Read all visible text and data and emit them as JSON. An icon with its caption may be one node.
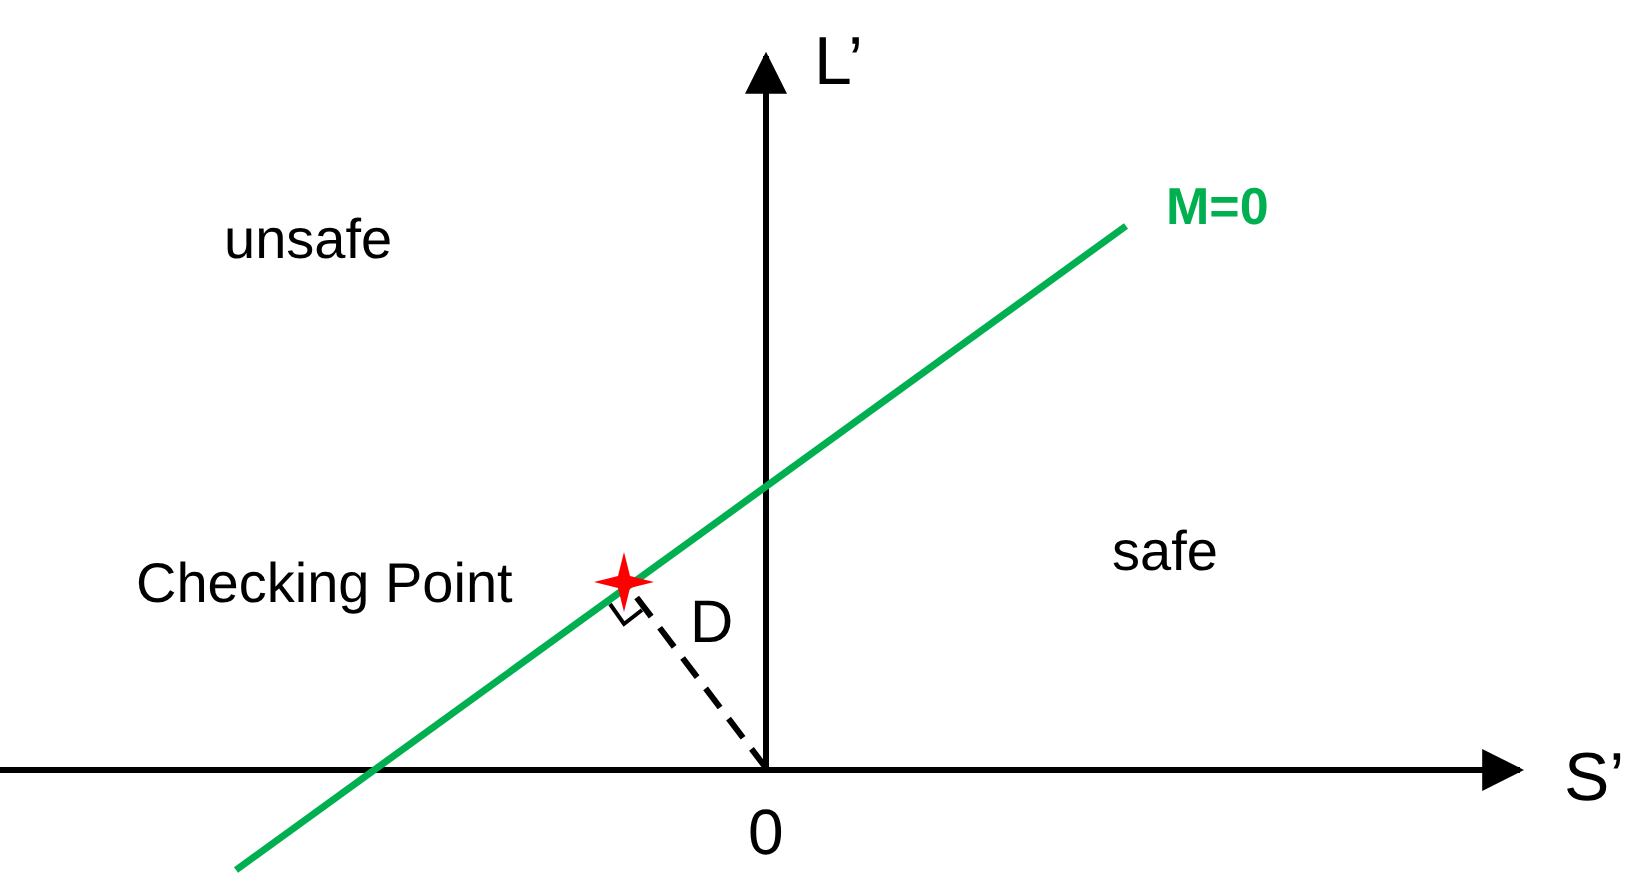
{
  "diagram": {
    "labels": [
      "L’",
      "M=0",
      "unsafe",
      "safe",
      "Checking Point",
      "D",
      "0",
      "S’"
    ]
  }
}
